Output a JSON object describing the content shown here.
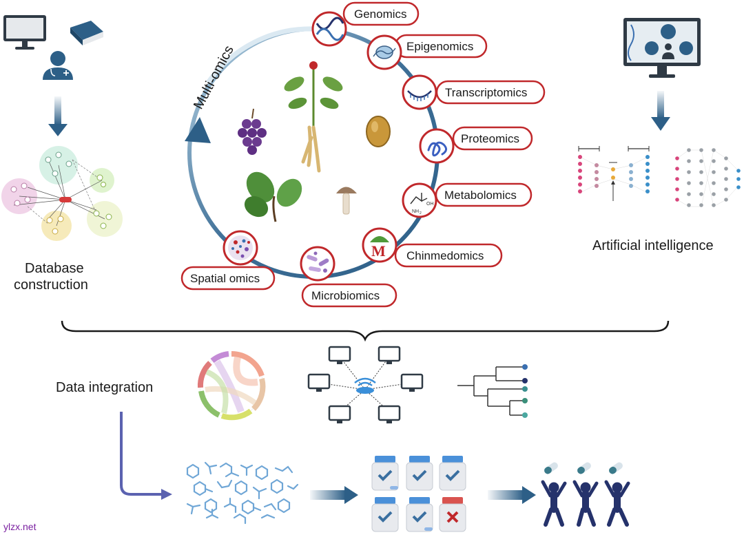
{
  "labels": {
    "database": [
      "Database",
      "construction"
    ],
    "ai": "Artificial intelligence",
    "integration": "Data integration",
    "multiomics": "Multi-omics",
    "watermark": "ylzx.net"
  },
  "omics": [
    {
      "label": "Genomics",
      "icon": "dna-icon"
    },
    {
      "label": "Epigenomics",
      "icon": "chromatin-icon"
    },
    {
      "label": "Transcriptomics",
      "icon": "rna-icon"
    },
    {
      "label": "Proteomics",
      "icon": "protein-icon"
    },
    {
      "label": "Metabolomics",
      "icon": "molecule-icon"
    },
    {
      "label": "Chinmedomics",
      "icon": "chinmedomics-logo-icon"
    },
    {
      "label": "Microbiomics",
      "icon": "bacteria-icon"
    },
    {
      "label": "Spatial omics",
      "icon": "tissue-icon"
    }
  ],
  "molecule_text": {
    "oh": "OH",
    "nh2": "NH",
    "nh2_sub": "2",
    "m_logo": "M"
  },
  "colors": {
    "ring": "#2d5f87",
    "pill_border": "#c0282b",
    "icon_blue": "#3a5f86",
    "dark_navy": "#25326b",
    "arrow_purple": "#5b62b0",
    "watermark": "#7a1fa0"
  }
}
